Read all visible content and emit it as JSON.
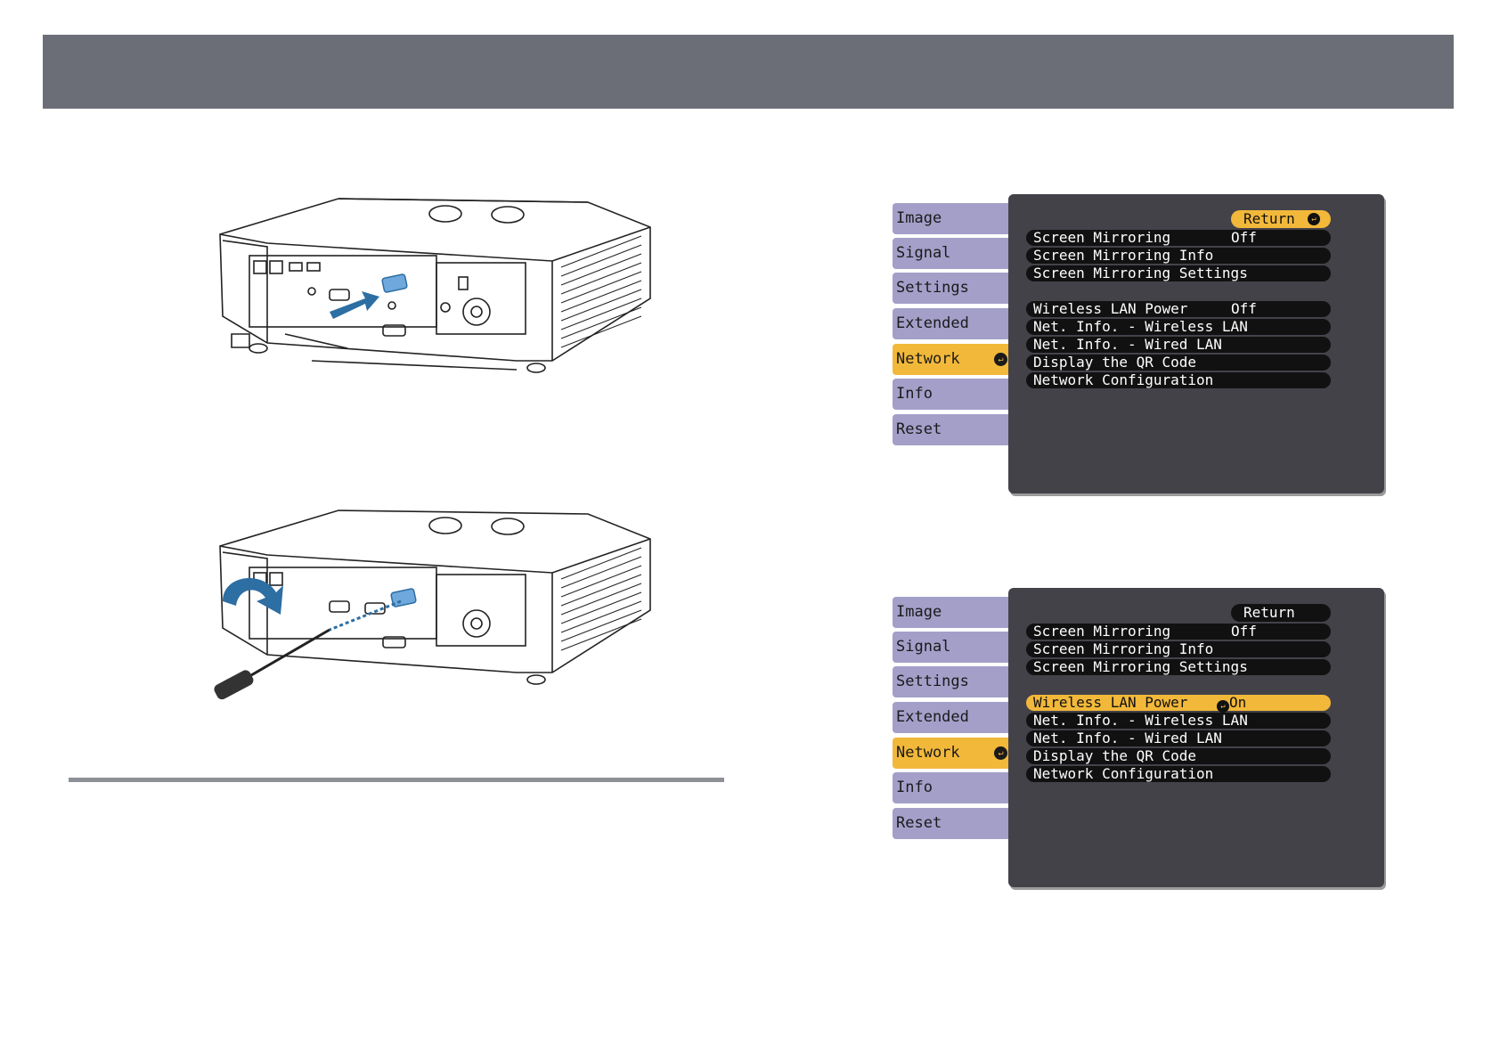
{
  "menu_top": {
    "tabs": [
      "Image",
      "Signal",
      "Settings",
      "Extended",
      "Network",
      "Info",
      "Reset"
    ],
    "return_label": "Return",
    "rows": {
      "screen_mirroring": "Screen Mirroring",
      "screen_mirroring_value": "Off",
      "screen_mirroring_info": "Screen Mirroring Info",
      "screen_mirroring_settings": "Screen Mirroring Settings",
      "wireless_lan_power": "Wireless LAN Power",
      "wireless_lan_power_value": "Off",
      "net_info_wireless": "Net. Info. - Wireless LAN",
      "net_info_wired": "Net. Info. - Wired LAN",
      "display_qr": "Display the QR Code",
      "network_config": "Network Configuration"
    }
  },
  "menu_bottom": {
    "tabs": [
      "Image",
      "Signal",
      "Settings",
      "Extended",
      "Network",
      "Info",
      "Reset"
    ],
    "return_label": "Return",
    "rows": {
      "screen_mirroring": "Screen Mirroring",
      "screen_mirroring_value": "Off",
      "screen_mirroring_info": "Screen Mirroring Info",
      "screen_mirroring_settings": "Screen Mirroring Settings",
      "wireless_lan_power": "Wireless LAN Power",
      "wireless_lan_power_value": "On",
      "net_info_wireless": "Net. Info. - Wireless LAN",
      "net_info_wired": "Net. Info. - Wired LAN",
      "display_qr": "Display the QR Code",
      "network_config": "Network Configuration"
    }
  },
  "colors": {
    "header": "#6b6e77",
    "tab": "#a39fc9",
    "highlight": "#f2b83a",
    "panel": "#444249",
    "accent_blue": "#2d6ea3"
  }
}
